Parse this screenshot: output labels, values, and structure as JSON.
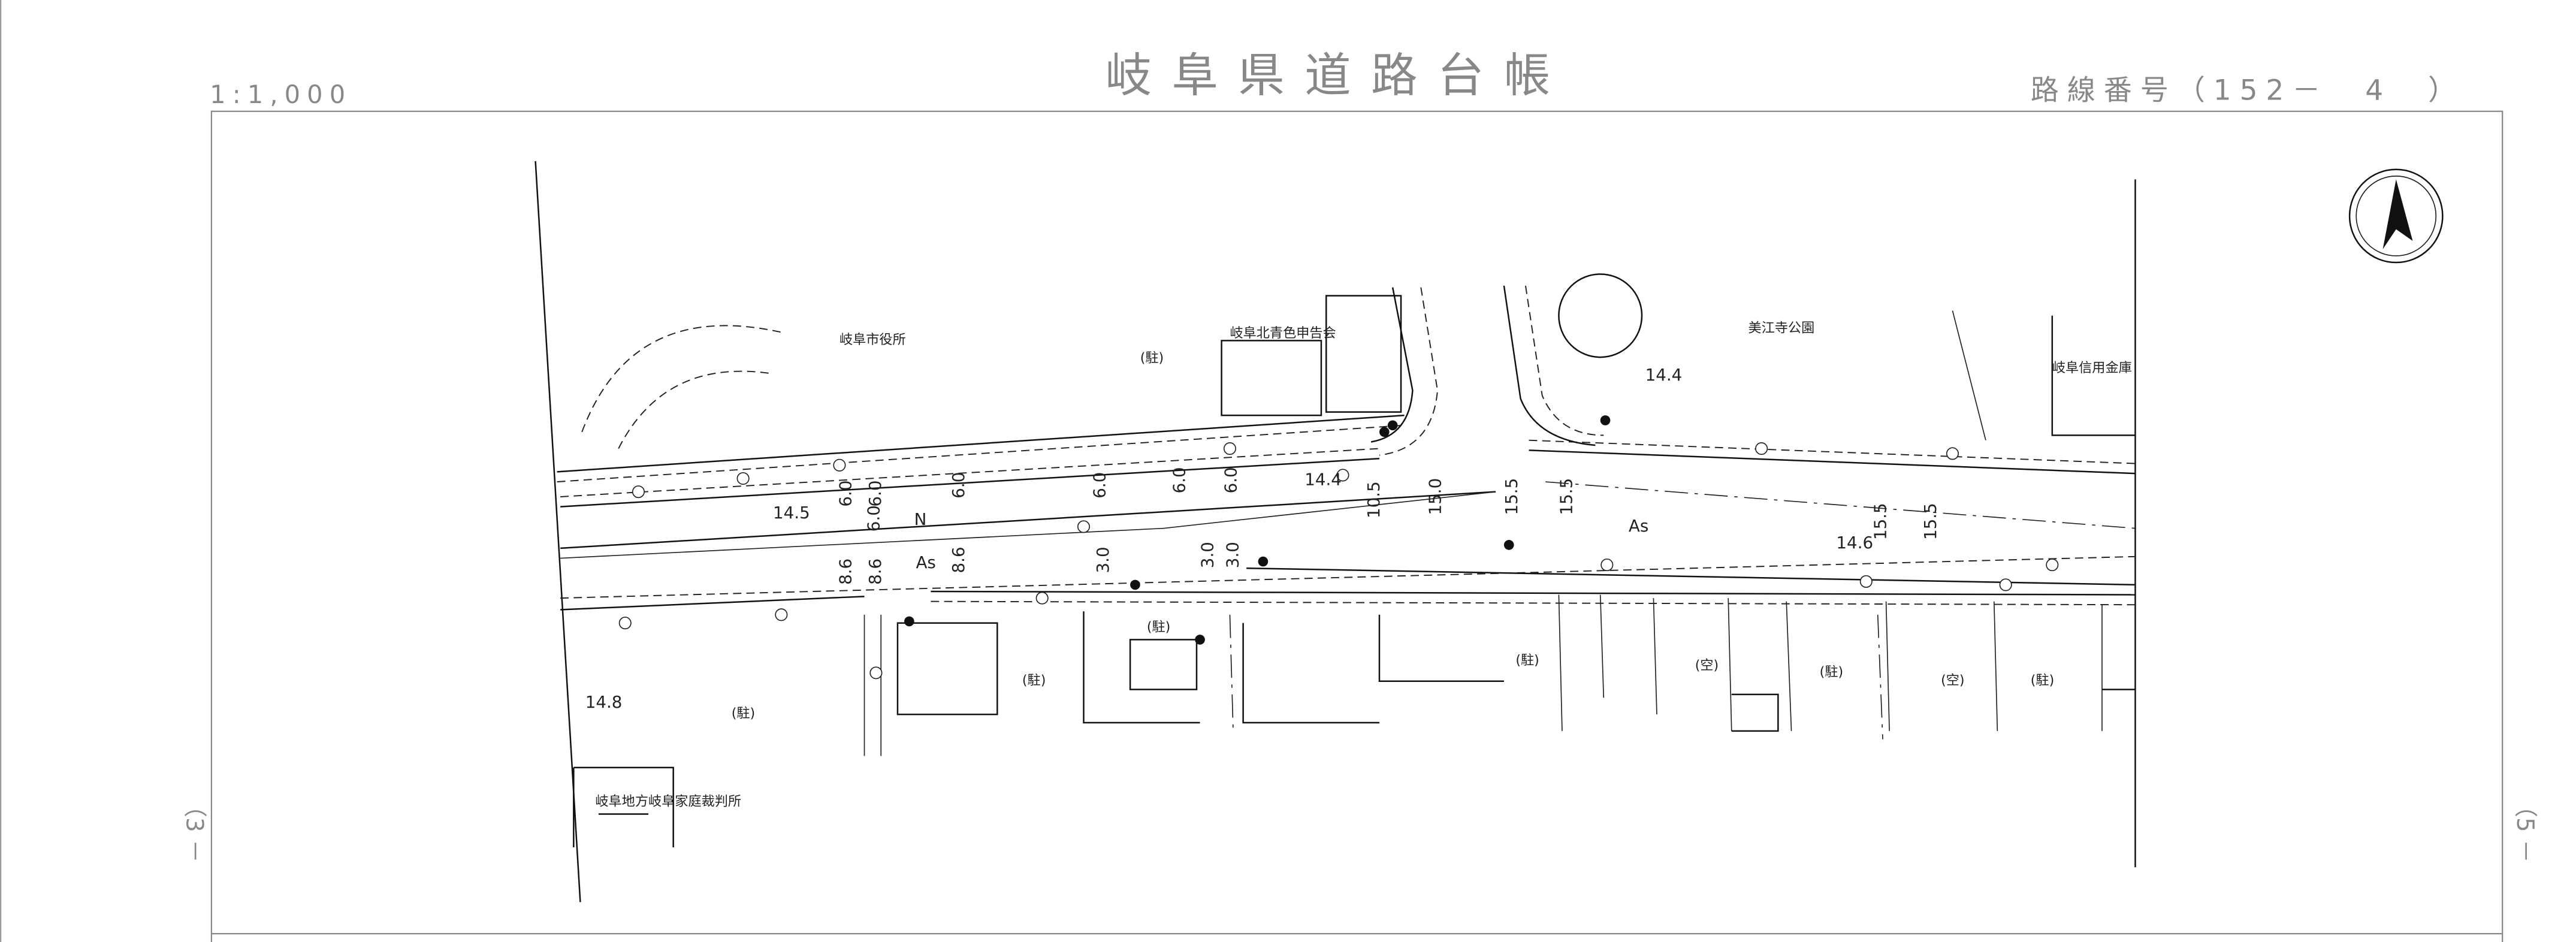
{
  "header": {
    "scale": "1:1,000",
    "title": "岐阜県道路台帳",
    "route_number": "路線番号（152－　4　）"
  },
  "side_marks": {
    "left": "（3 －",
    "right": "（5 －"
  },
  "map": {
    "places": {
      "city_hall": "岐阜市役所",
      "parking_1": "(駐)",
      "blue_tax_assoc": "岐阜北青色申告会",
      "park": "美江寺公園",
      "shinkin": "岐阜信用金庫",
      "court": "岐阜地方岐阜家庭裁判所",
      "parking_2": "(駐)",
      "parking_3": "(駐)",
      "parking_4": "(駐)",
      "parking_5": "(駐)",
      "vacant_1": "(空)",
      "parking_6": "(駐)",
      "vacant_2": "(空)",
      "parking_7": "(駐)"
    },
    "elevations": [
      "14.5",
      "14.4",
      "14.4",
      "14.6",
      "14.8"
    ],
    "surface_labels": [
      "As",
      "As"
    ],
    "north_marker": "N",
    "widths": [
      "6.0",
      "6.0",
      "6.0",
      "6.0",
      "6.0",
      "6.0",
      "6.0",
      "8.6",
      "8.6",
      "8.6",
      "3.0",
      "3.0",
      "3.0",
      "10.5",
      "15.0",
      "15.5",
      "15.5",
      "15.5",
      "15.5"
    ],
    "compass_icon": "north-arrow-icon"
  }
}
